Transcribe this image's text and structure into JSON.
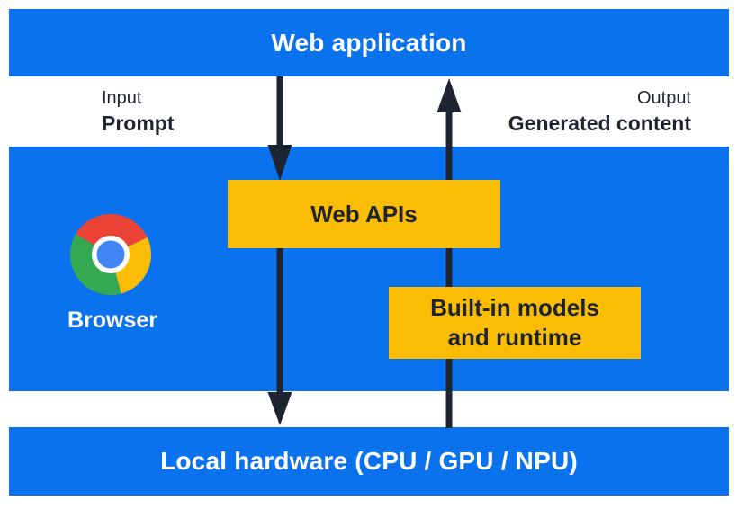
{
  "colors": {
    "blue": "#0b72ee",
    "yellow": "#fbbc04",
    "navy": "#1f2433",
    "white": "#ffffff",
    "chrome_red": "#ea4335",
    "chrome_yellow": "#fbbc05",
    "chrome_green": "#34a853",
    "chrome_blue": "#4285f4"
  },
  "top_bar": {
    "label": "Web application"
  },
  "io": {
    "input_label": "Input",
    "input_value": "Prompt",
    "output_label": "Output",
    "output_value": "Generated content"
  },
  "browser": {
    "label": "Browser",
    "icon": "chrome-logo"
  },
  "boxes": {
    "web_apis_label": "Web APIs",
    "builtin_line1": "Built-in models",
    "builtin_line2": "and runtime"
  },
  "arrows": {
    "down_flow": "prompt-to-hardware",
    "up_flow": "generated-content-to-web-application"
  },
  "bottom_bar": {
    "label": "Local hardware (CPU / GPU / NPU)"
  }
}
